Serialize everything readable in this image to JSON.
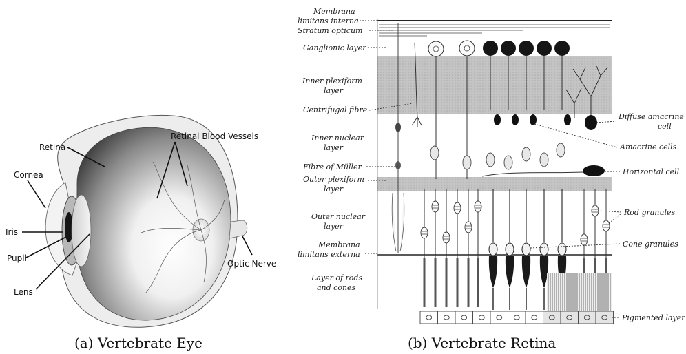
{
  "panel_a": {
    "caption": "(a) Vertebrate Eye",
    "labels": {
      "retina": "Retina",
      "retinal_blood_vessels": "Retinal Blood Vessels",
      "cornea": "Cornea",
      "iris": "Iris",
      "pupil": "Pupil",
      "lens": "Lens",
      "optic_nerve": "Optic Nerve"
    }
  },
  "panel_b": {
    "caption": "(b) Vertebrate Retina",
    "left_labels": {
      "membrana_line1": "Membrana",
      "membrana_line2": "limitans interna",
      "stratum_opticum": "Stratum opticum",
      "ganglionic_layer": "Ganglionic layer",
      "inner_plexiform_line1": "Inner plexiform",
      "inner_plexiform_line2": "layer",
      "centrifugal_fibre": "Centrifugal fibre",
      "inner_nuclear_line1": "Inner nuclear",
      "inner_nuclear_line2": "layer",
      "fibre_muller": "Fibre of Müller",
      "outer_plexiform_line1": "Outer plexiform",
      "outer_plexiform_line2": "layer",
      "outer_nuclear_line1": "Outer nuclear",
      "outer_nuclear_line2": "layer",
      "membrana_ext_line1": "Membrana",
      "membrana_ext_line2": "limitans externa",
      "rods_cones_line1": "Layer of rods",
      "rods_cones_line2": "and cones"
    },
    "right_labels": {
      "diffuse_amacrine_line1": "Diffuse amacrine",
      "diffuse_amacrine_line2": "cell",
      "amacrine_cells": "Amacrine cells",
      "horizontal_cell": "Horizontal cell",
      "rod_granules": "Rod granules",
      "cone_granules": "Cone granules",
      "pigmented_layer": "Pigmented layer"
    }
  },
  "colors": {
    "ink": "#111111",
    "shade": "#bdbdbd",
    "paper": "#ffffff"
  }
}
